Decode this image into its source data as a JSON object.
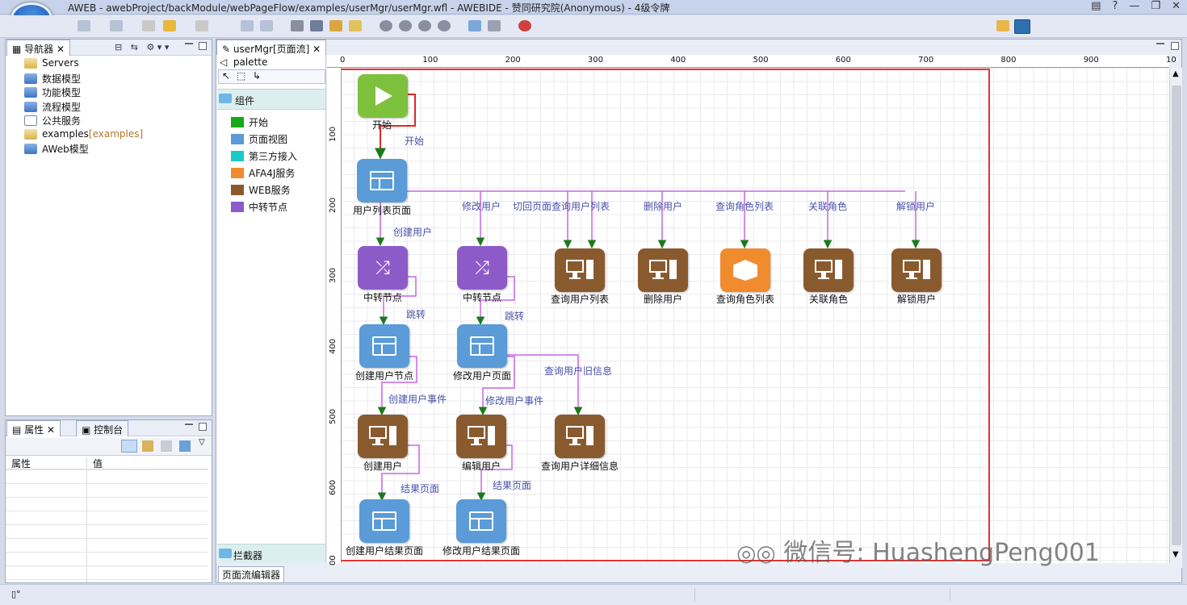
{
  "window": {
    "title": "AWEB - awebProject/backModule/webPageFlow/examples/userMgr/userMgr.wfl - AWEBIDE - 赞同研究院(Anonymous) - 4级令牌",
    "controls": [
      "▤",
      "?",
      "—",
      "❐",
      "✕"
    ]
  },
  "navigator": {
    "tab": "导航器",
    "items": [
      "Servers",
      "数据模型",
      "功能模型",
      "流程模型",
      "公共服务",
      "examples",
      "AWeb模型"
    ],
    "examples_suffix": "[examples]"
  },
  "properties": {
    "tabs": [
      "属性",
      "控制台"
    ],
    "columns": [
      "属性",
      "值"
    ]
  },
  "editor": {
    "tab": "userMgr[页面流]",
    "bottom_tab": "页面流编辑器"
  },
  "palette": {
    "header": "palette",
    "section": "组件",
    "items": [
      {
        "label": "开始",
        "color": "#17a81a"
      },
      {
        "label": "页面视图",
        "color": "#5a9bd8"
      },
      {
        "label": "第三方接入",
        "color": "#1cc9c6"
      },
      {
        "label": "AFA4J服务",
        "color": "#f08b2e"
      },
      {
        "label": "WEB服务",
        "color": "#8a5a2f"
      },
      {
        "label": "中转节点",
        "color": "#8d5bc8"
      }
    ],
    "footer": "拦截器"
  },
  "ruler": {
    "h": [
      "0",
      "100",
      "200",
      "300",
      "400",
      "500",
      "600",
      "700",
      "800",
      "900",
      "10"
    ],
    "v": [
      "100",
      "200",
      "300",
      "400",
      "500",
      "600",
      "00"
    ]
  },
  "nodes": {
    "start": "开始",
    "user_list": "用户列表页面",
    "switch1": "中转节点",
    "switch2": "中转节点",
    "query_list": "查询用户列表",
    "delete_user": "删除用户",
    "query_roles": "查询角色列表",
    "link_role": "关联角色",
    "unlock_user": "解锁用户",
    "create_node": "创建用户节点",
    "modify_page": "修改用户页面",
    "create_user": "创建用户",
    "edit_user": "编辑用户",
    "query_detail": "查询用户详细信息",
    "create_result": "创建用户结果页面",
    "modify_result": "修改用户结果页面"
  },
  "edges": {
    "start": "开始",
    "create": "创建用户",
    "modify": "修改用户",
    "switch_page": "切回页面查询用户列表",
    "delete": "删除用户",
    "query_roles": "查询角色列表",
    "link_role": "关联角色",
    "unlock": "解锁用户",
    "jump1": "跳转",
    "jump2": "跳转",
    "query_old": "查询用户旧信息",
    "create_event": "创建用户事件",
    "modify_event": "修改用户事件",
    "result1": "结果页面",
    "result2": "结果页面"
  },
  "watermark": "微信号: HuashengPeng001"
}
